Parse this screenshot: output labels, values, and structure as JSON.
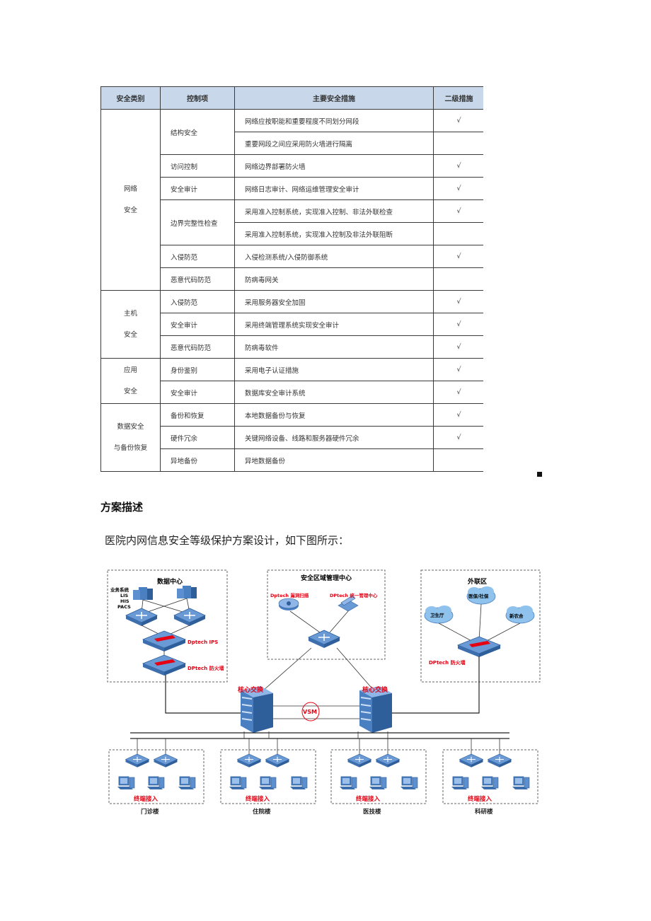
{
  "table": {
    "headers": [
      "安全类别",
      "控制项",
      "主要安全措施",
      "二级措施"
    ],
    "check": "√",
    "groups": [
      {
        "category_lines": [
          "网络",
          "安全"
        ],
        "items": [
          {
            "control": "结构安全",
            "measures": [
              {
                "text": "网络应按职能和重要程度不同划分网段",
                "check": true
              },
              {
                "text": "重要网段之间应采用防火墙进行隔离",
                "check": false
              }
            ]
          },
          {
            "control": "访问控制",
            "measures": [
              {
                "text": "网络边界部署防火墙",
                "check": true
              }
            ]
          },
          {
            "control": "安全审计",
            "measures": [
              {
                "text": "网络日志审计、网络运维管理安全审计",
                "check": true
              }
            ]
          },
          {
            "control": "边界完整性检查",
            "measures": [
              {
                "text": "采用准入控制系统，实现准入控制、非法外联检查",
                "check": true
              },
              {
                "text": "采用准入控制系统，实现准入控制及非法外联阻断",
                "check": false
              }
            ]
          },
          {
            "control": "入侵防范",
            "measures": [
              {
                "text": "入侵检测系统/入侵防御系统",
                "check": true
              }
            ]
          },
          {
            "control": "恶意代码防范",
            "measures": [
              {
                "text": "防病毒网关",
                "check": false
              }
            ]
          }
        ]
      },
      {
        "category_lines": [
          "主机",
          "安全"
        ],
        "items": [
          {
            "control": "入侵防范",
            "measures": [
              {
                "text": "采用服务器安全加固",
                "check": true
              }
            ]
          },
          {
            "control": "安全审计",
            "measures": [
              {
                "text": "采用终端管理系统实现安全审计",
                "check": true
              }
            ]
          },
          {
            "control": "恶意代码防范",
            "measures": [
              {
                "text": "防病毒软件",
                "check": true
              }
            ]
          }
        ]
      },
      {
        "category_lines": [
          "应用",
          "安全"
        ],
        "items": [
          {
            "control": "身份鉴别",
            "measures": [
              {
                "text": "采用电子认证措施",
                "check": true
              }
            ]
          },
          {
            "control": "安全审计",
            "measures": [
              {
                "text": "数据库安全审计系统",
                "check": true
              }
            ]
          }
        ]
      },
      {
        "category_lines": [
          "数据安全",
          "与备份恢复"
        ],
        "items": [
          {
            "control": "备份和恢复",
            "measures": [
              {
                "text": "本地数据备份与恢复",
                "check": true
              }
            ]
          },
          {
            "control": "硬件冗余",
            "measures": [
              {
                "text": "关键网络设备、线路和服务器硬件冗余",
                "check": true
              }
            ]
          },
          {
            "control": "异地备份",
            "measures": [
              {
                "text": "异地数据备份",
                "check": false
              }
            ]
          }
        ]
      }
    ]
  },
  "section_title": "方案描述",
  "paragraph": "医院内网信息安全等级保护方案设计，如下图所示：",
  "diagram": {
    "datacenter": {
      "title": "数据中心",
      "systems": [
        "业务系统",
        "LIS",
        "HIS",
        "PACS"
      ],
      "ips": "Dptech IPS",
      "firewall": "DPtech 防火墙"
    },
    "mgmt": {
      "title": "安全区域管理中心",
      "scanner": "Dptech 漏洞扫描",
      "unified": "DPtech 统一管理中心"
    },
    "external": {
      "title": "外联区",
      "clouds": [
        "医保/社保",
        "卫生厅",
        "新农合"
      ],
      "firewall": "DPtech 防火墙"
    },
    "core_left": "核心交换",
    "core_right": "核心交换",
    "vsm": "VSM",
    "access_label": "终端接入",
    "buildings": [
      "门诊楼",
      "住院楼",
      "医技楼",
      "科研楼"
    ],
    "colors": {
      "accent_red": "#e60012",
      "device_blue": "#4a7fc1",
      "dash": "#666666"
    }
  }
}
